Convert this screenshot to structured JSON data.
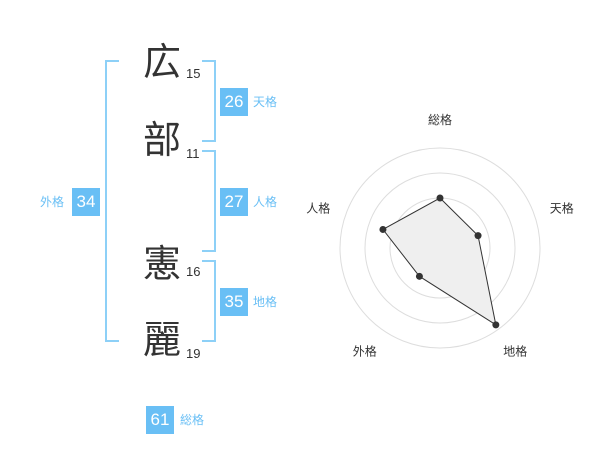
{
  "name": {
    "characters": [
      {
        "char": "広",
        "strokes": "15"
      },
      {
        "char": "部",
        "strokes": "11"
      },
      {
        "char": "憲",
        "strokes": "16"
      },
      {
        "char": "麗",
        "strokes": "19"
      }
    ]
  },
  "fortune": {
    "tenkaku": {
      "value": "26",
      "label": "天格"
    },
    "jinkaku": {
      "value": "27",
      "label": "人格"
    },
    "chikaku": {
      "value": "35",
      "label": "地格"
    },
    "gaikaku": {
      "value": "34",
      "label": "外格"
    },
    "soukaku": {
      "value": "61",
      "label": "総格"
    }
  },
  "chart_data": {
    "type": "radar",
    "axes": [
      "総格",
      "天格",
      "地格",
      "外格",
      "人格"
    ],
    "values": [
      0.5,
      0.4,
      0.95,
      0.35,
      0.6
    ],
    "max": 1,
    "rings": 4,
    "colors": {
      "fill": "#efefef",
      "line": "#333333",
      "grid": "#dddddd"
    }
  }
}
